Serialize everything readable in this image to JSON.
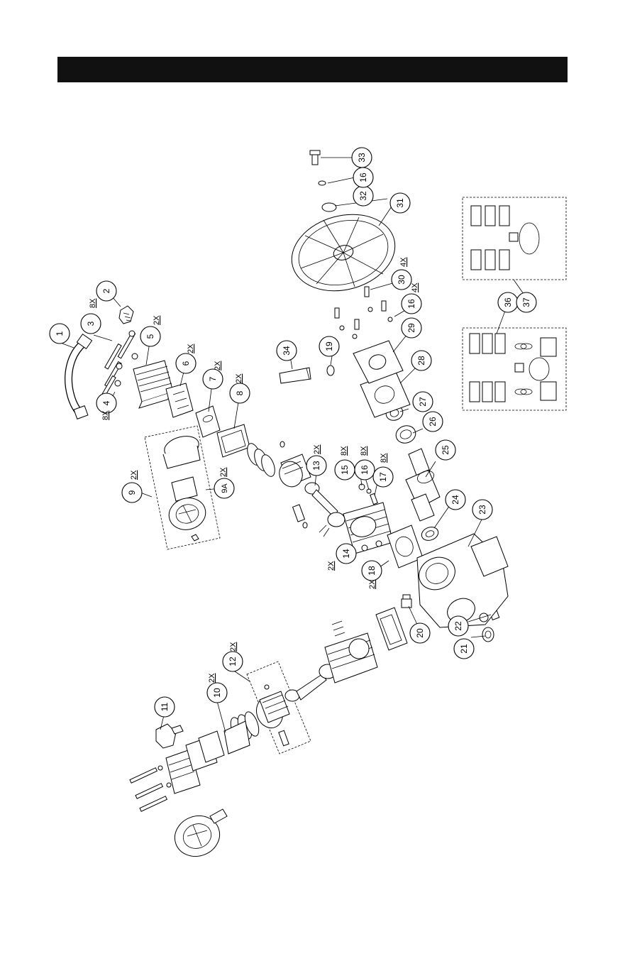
{
  "header": {
    "title": ""
  },
  "callouts": [
    {
      "id": "c1",
      "label": "1"
    },
    {
      "id": "c2",
      "label": "2"
    },
    {
      "id": "c3",
      "label": "3",
      "qty": "8X"
    },
    {
      "id": "c4",
      "label": "4",
      "qty": "8X"
    },
    {
      "id": "c5",
      "label": "5",
      "qty": "2X"
    },
    {
      "id": "c6",
      "label": "6",
      "qty": "2X"
    },
    {
      "id": "c7",
      "label": "7",
      "qty": "2X"
    },
    {
      "id": "c8",
      "label": "8",
      "qty": "2X"
    },
    {
      "id": "c9",
      "label": "9",
      "qty": "2X"
    },
    {
      "id": "c9a",
      "label": "9A",
      "qty": "2X"
    },
    {
      "id": "c10",
      "label": "10",
      "qty": "2X"
    },
    {
      "id": "c11",
      "label": "11"
    },
    {
      "id": "c12",
      "label": "12",
      "qty": "2X"
    },
    {
      "id": "c13",
      "label": "13",
      "qty": "2X"
    },
    {
      "id": "c14",
      "label": "14",
      "qty": "2X"
    },
    {
      "id": "c15",
      "label": "15",
      "qty": "8X"
    },
    {
      "id": "c16a",
      "label": "16",
      "qty": "8X"
    },
    {
      "id": "c17",
      "label": "17",
      "qty": "8X"
    },
    {
      "id": "c18",
      "label": "18",
      "qty": "2X"
    },
    {
      "id": "c19",
      "label": "19"
    },
    {
      "id": "c20",
      "label": "20"
    },
    {
      "id": "c21",
      "label": "21"
    },
    {
      "id": "c22",
      "label": "22"
    },
    {
      "id": "c23",
      "label": "23"
    },
    {
      "id": "c24",
      "label": "24"
    },
    {
      "id": "c25",
      "label": "25"
    },
    {
      "id": "c26",
      "label": "26"
    },
    {
      "id": "c27",
      "label": "27"
    },
    {
      "id": "c28",
      "label": "28"
    },
    {
      "id": "c29",
      "label": "29"
    },
    {
      "id": "c16b",
      "label": "16",
      "qty": "4X"
    },
    {
      "id": "c30",
      "label": "30",
      "qty": "4X"
    },
    {
      "id": "c31",
      "label": "31"
    },
    {
      "id": "c32",
      "label": "32"
    },
    {
      "id": "c16c",
      "label": "16"
    },
    {
      "id": "c33",
      "label": "33"
    },
    {
      "id": "c34",
      "label": "34"
    },
    {
      "id": "c36",
      "label": "36"
    },
    {
      "id": "c37",
      "label": "37"
    }
  ]
}
